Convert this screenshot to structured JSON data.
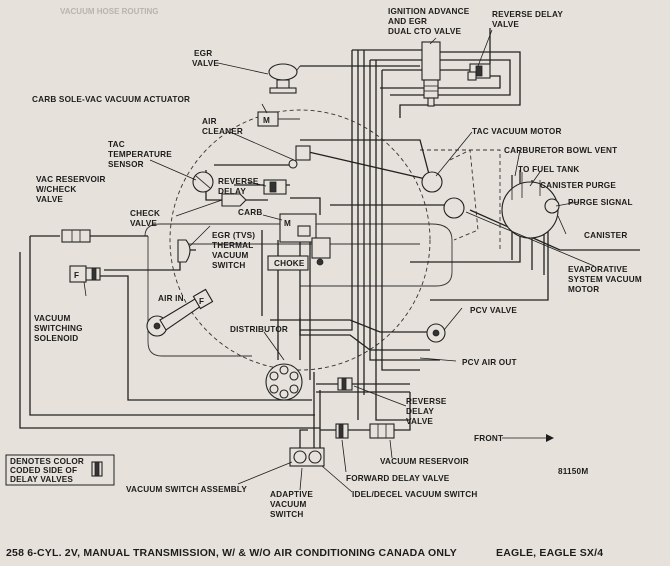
{
  "faded_header": "VACUUM HOSE ROUTING",
  "labels": {
    "ignition_advance": [
      "IGNITION ADVANCE",
      "AND EGR",
      "DUAL CTO VALVE"
    ],
    "reverse_delay_top": [
      "REVERSE DELAY",
      "VALVE"
    ],
    "egr_valve": [
      "EGR",
      "VALVE"
    ],
    "carb_sole_vac": "CARB SOLE-VAC VACUUM ACTUATOR",
    "air_cleaner": [
      "AIR",
      "CLEANER"
    ],
    "tac_vacuum_motor": "TAC VACUUM MOTOR",
    "tac_temp_sensor": [
      "TAC",
      "TEMPERATURE",
      "SENSOR"
    ],
    "carburetor_bowl_vent": "CARBURETOR BOWL VENT",
    "to_fuel_tank": "TO FUEL TANK",
    "vac_reservoir_check": [
      "VAC RESERVOIR",
      "W/CHECK",
      "VALVE"
    ],
    "reverse_delay_mid": [
      "REVERSE",
      "DELAY"
    ],
    "canister_purge": "CANISTER PURGE",
    "purge_signal": "PURGE SIGNAL",
    "check_valve": [
      "CHECK",
      "VALVE"
    ],
    "carb": "CARB",
    "canister": "CANISTER",
    "egr_tvs": [
      "EGR (TVS)",
      "THERMAL",
      "VACUUM",
      "SWITCH"
    ],
    "choke": "CHOKE",
    "evaporative": [
      "EVAPORATIVE",
      "SYSTEM VACUUM",
      "MOTOR"
    ],
    "air_in": "AIR IN",
    "vacuum_switching_solenoid": [
      "VACUUM",
      "SWITCHING",
      "SOLENOID"
    ],
    "pcv_valve": "PCV VALVE",
    "distributor": "DISTRIBUTOR",
    "pcv_air_out": "PCV AIR OUT",
    "reverse_delay_low": [
      "REVERSE",
      "DELAY",
      "VALVE"
    ],
    "front": "FRONT",
    "vacuum_reservoir": "VACUUM RESERVOIR",
    "figure_id": "81150M",
    "forward_delay_valve": "FORWARD DELAY VALVE",
    "vacuum_switch_assembly": "VACUUM SWITCH ASSEMBLY",
    "idel_decel": "IDEL/DECEL VACUUM SWITCH",
    "adaptive": [
      "ADAPTIVE",
      "VACUUM",
      "SWITCH"
    ],
    "legend": [
      "DENOTES COLOR",
      "CODED SIDE OF",
      "DELAY VALVES"
    ],
    "part_m": "M",
    "part_f": "F",
    "footer_title": "258 6-CYL. 2V, MANUAL TRANSMISSION, W/ & W/O AIR CONDITIONING CANADA ONLY",
    "footer_model": "EAGLE, EAGLE   SX/4"
  }
}
